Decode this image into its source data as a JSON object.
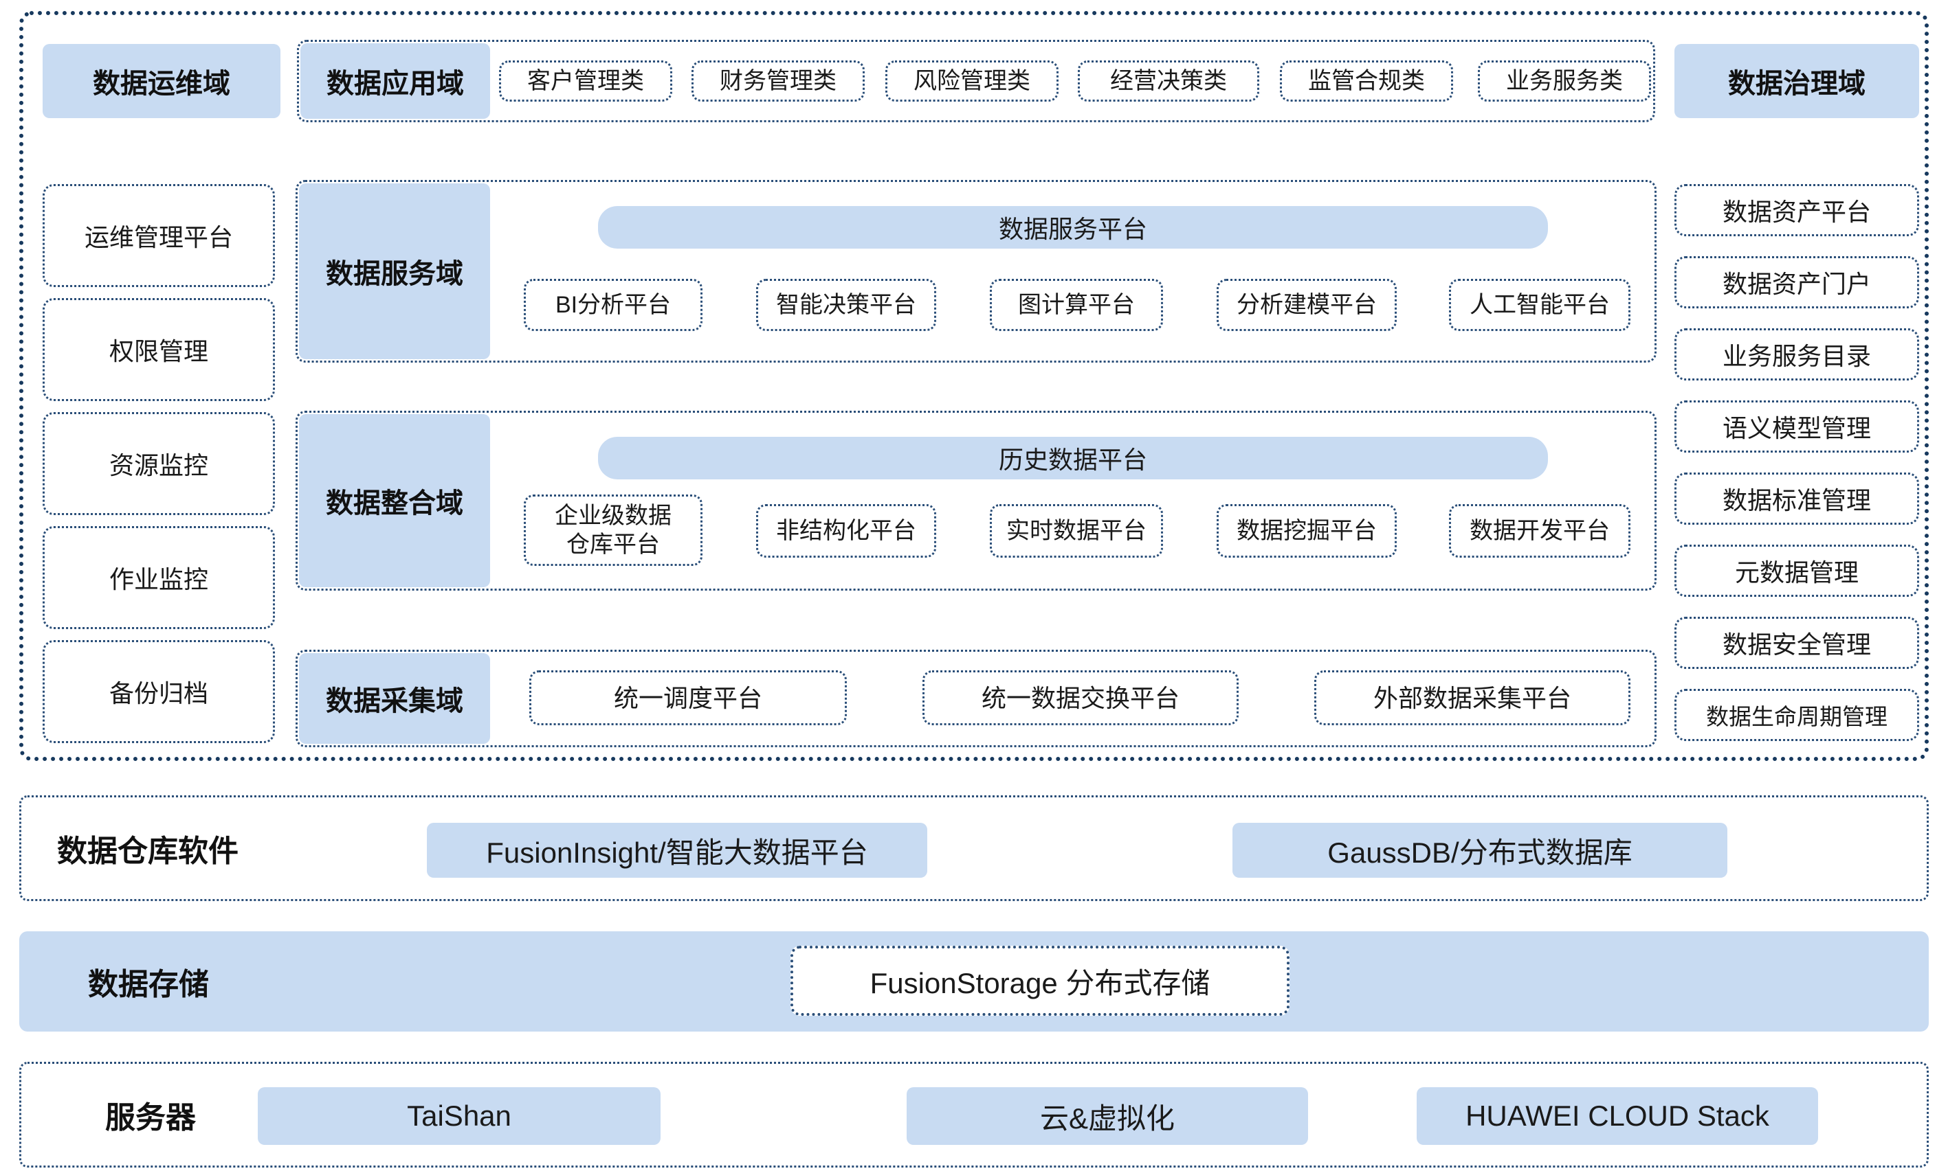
{
  "colors": {
    "block_fill": "#c8dbf2",
    "border_navy": "#17395e",
    "text": "#1a1a1a"
  },
  "top": {
    "ops_domain": "数据运维域",
    "app_domain_label": "数据应用域",
    "app_items": [
      "客户管理类",
      "财务管理类",
      "风险管理类",
      "经营决策类",
      "监管合规类",
      "业务服务类"
    ],
    "gov_domain": "数据治理域"
  },
  "ops_items": [
    "运维管理平台",
    "权限管理",
    "资源监控",
    "作业监控",
    "备份归档"
  ],
  "service": {
    "label": "数据服务域",
    "bar": "数据服务平台",
    "items": [
      "BI分析平台",
      "智能决策平台",
      "图计算平台",
      "分析建模平台",
      "人工智能平台"
    ]
  },
  "integration": {
    "label": "数据整合域",
    "bar": "历史数据平台",
    "items": [
      "企业级数据\n仓库平台",
      "非结构化平台",
      "实时数据平台",
      "数据挖掘平台",
      "数据开发平台"
    ]
  },
  "collection": {
    "label": "数据采集域",
    "items": [
      "统一调度平台",
      "统一数据交换平台",
      "外部数据采集平台"
    ]
  },
  "governance_items": [
    "数据资产平台",
    "数据资产门户",
    "业务服务目录",
    "语义模型管理",
    "数据标准管理",
    "元数据管理",
    "数据安全管理",
    "数据生命周期管理"
  ],
  "warehouse": {
    "label": "数据仓库软件",
    "items": [
      "FusionInsight/智能大数据平台",
      "GaussDB/分布式数据库"
    ]
  },
  "storage": {
    "label": "数据存储",
    "item": "FusionStorage  分布式存储"
  },
  "server": {
    "label": "服务器",
    "items": [
      "TaiShan",
      "云&虚拟化",
      "HUAWEI CLOUD Stack"
    ]
  }
}
